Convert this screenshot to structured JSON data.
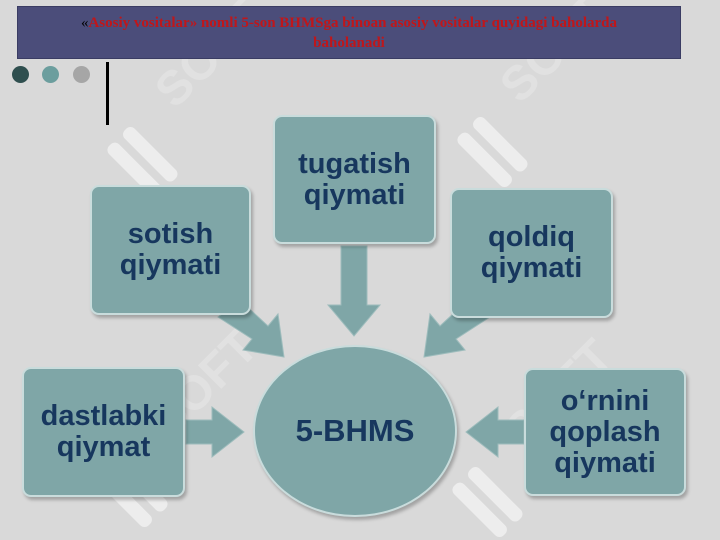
{
  "header": {
    "open_quote": "«",
    "title": "Asosiy vositalar» nomli 5-son BHMSga binoan asosiy vositalar quyidagi baholarda baholanadi"
  },
  "diagram": {
    "center": "5-BHMS",
    "nodes": {
      "tugatish": "tugatish\nqiymati",
      "sotish": "sotish\nqiymati",
      "qoldiq": "qoldiq\nqiymati",
      "dastlabki": "dastlabki\nqiymat",
      "ornini": "o‘rnini\nqoplash\nqiymati"
    }
  },
  "colors": {
    "background": "#d9d9d9",
    "box_fill": "#7fa6a7",
    "box_text": "#17375e",
    "title_bar": "#4b4d7a",
    "title_text": "#c0161a",
    "arrow": "#7fa6a7"
  }
}
